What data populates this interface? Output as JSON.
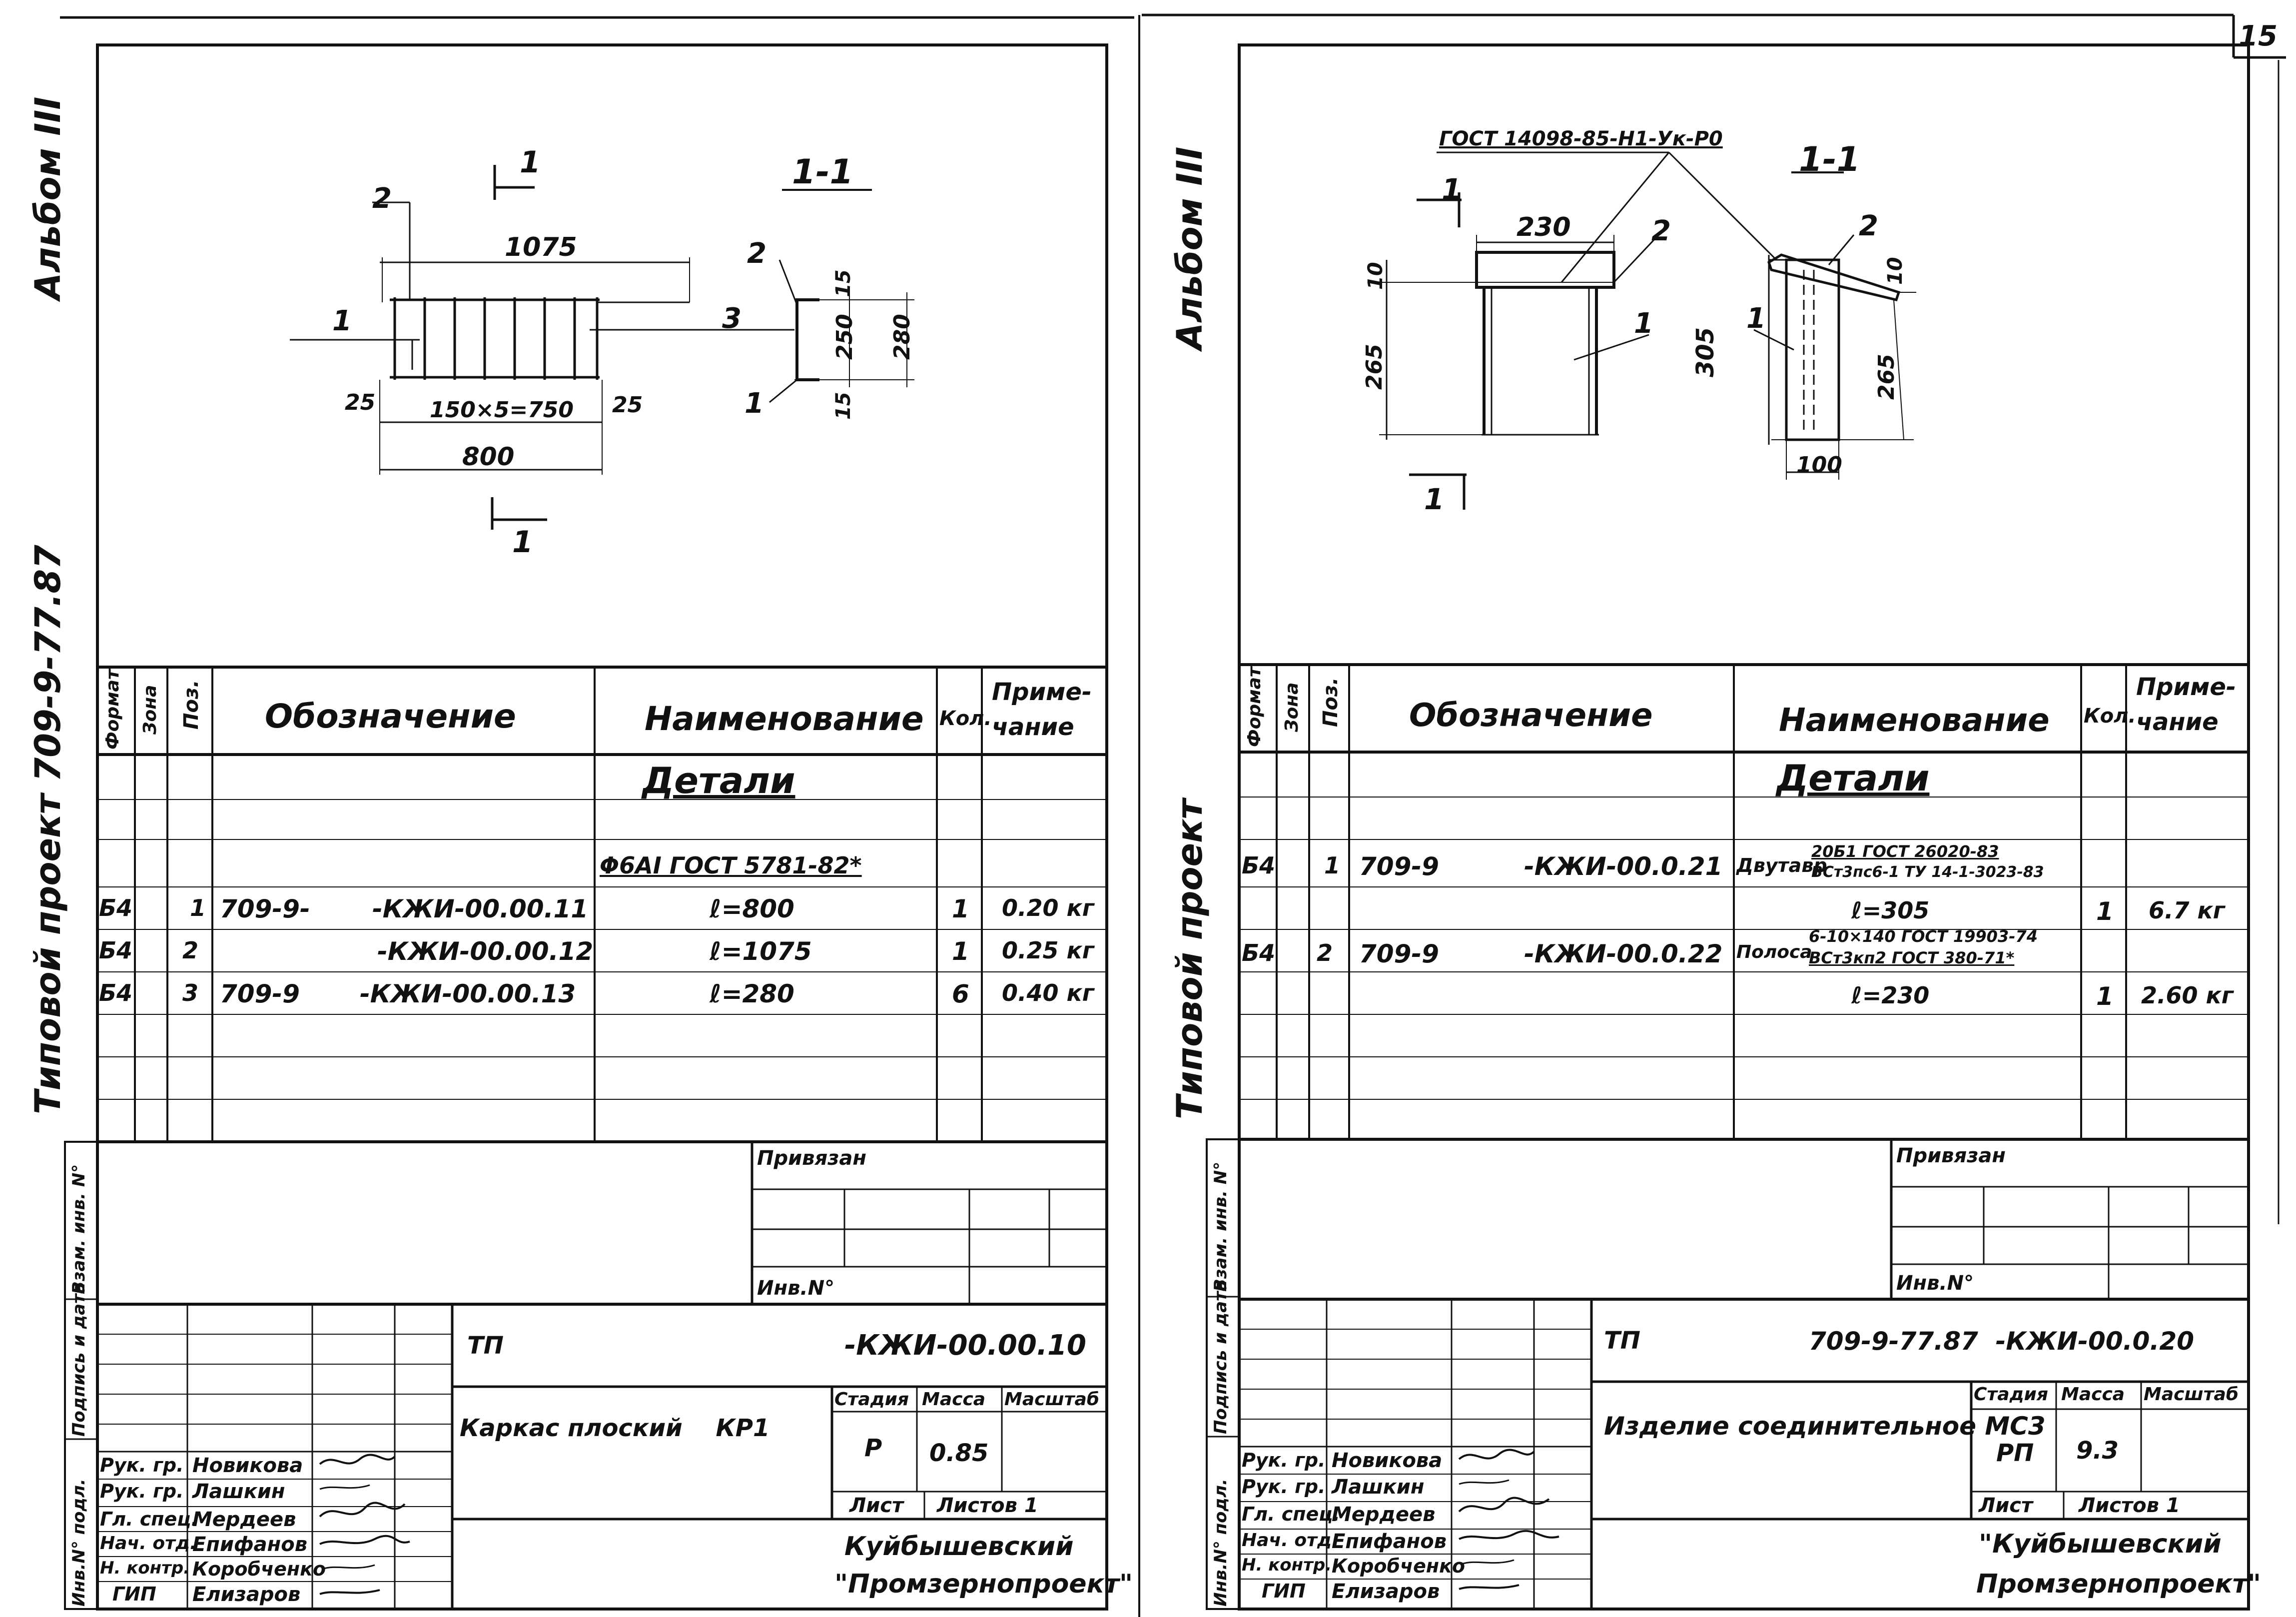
{
  "sheet_number": "15",
  "left_sheet": {
    "album": "Альбом III",
    "project_label": "Типовой проект 709-9-77.87",
    "drawing": {
      "section_mark": "1",
      "section_title": "1-1",
      "dim_1075": "1075",
      "dim_spacing": "150×5=750",
      "dim_25a": "25",
      "dim_25b": "25",
      "dim_800": "800",
      "dim_15a": "15",
      "dim_15b": "15",
      "dim_250": "250",
      "dim_280": "280",
      "pos_1": "1",
      "pos_2": "2",
      "pos_3": "3",
      "pos_2b": "2",
      "pos_1b": "1"
    },
    "spec_headers": {
      "format": "Формат",
      "zone": "Зона",
      "pos": "Поз.",
      "designation": "Обозначение",
      "name": "Наименование",
      "qty": "Кол.",
      "note": "Приме-чание"
    },
    "section_heading": "Детали",
    "material_line": "Φ6АI ГОСТ 5781-82*",
    "rows": [
      {
        "format": "Б4",
        "pos": "1",
        "code_a": "709-9-",
        "code_b": "-КЖИ-00.00.11",
        "name": "ℓ=800",
        "qty": "1",
        "note": "0.20 кг"
      },
      {
        "format": "Б4",
        "pos": "2",
        "code_a": "",
        "code_b": "-КЖИ-00.00.12",
        "name": "ℓ=1075",
        "qty": "1",
        "note": "0.25 кг"
      },
      {
        "format": "Б4",
        "pos": "3",
        "code_a": "709-9",
        "code_b": "-КЖИ-00.00.13",
        "name": "ℓ=280",
        "qty": "6",
        "note": "0.40 кг"
      }
    ],
    "privyazan": "Привязан",
    "inv_no": "Инв.N°",
    "title_block": {
      "tp": "ТП",
      "code": "-КЖИ-00.00.10",
      "item_name": "Каркас плоский    КР1",
      "stage_label": "Стадия",
      "mass_label": "Масса",
      "scale_label": "Масштаб",
      "stage": "Р",
      "mass": "0.85",
      "sheet_label": "Лист",
      "sheets_label": "Листов 1",
      "org_line1": "Куйбышевский",
      "org_line2": "\"Промзернопроект\"",
      "roles": [
        "Рук. гр.",
        "Рук. гр.",
        "Гл. спец.",
        "Нач. отд.",
        "Н. контр.",
        "ГИП"
      ],
      "names": [
        "Новикова",
        "Лашкин",
        "Мердеев",
        "Епифанов",
        "Коробченко",
        "Елизаров"
      ]
    },
    "side_stamp": [
      "Инв.N° подл.",
      "Подпись и дата",
      "Взам. инв. N°"
    ]
  },
  "right_sheet": {
    "album": "Альбом III",
    "project_label": "Типовой проект",
    "drawing": {
      "gost_label": "ГОСТ 14098-85-Н1-Ук-Р0",
      "section_title": "1-1",
      "section_mark": "1",
      "dim_230": "230",
      "dim_10a": "10",
      "dim_10b": "10",
      "dim_265a": "265",
      "dim_265b": "265",
      "dim_305": "305",
      "dim_100": "100",
      "pos_2a": "2",
      "pos_2b": "2",
      "pos_1a": "1",
      "pos_1b": "1"
    },
    "spec_headers": {
      "format": "Формат",
      "zone": "Зона",
      "pos": "Поз.",
      "designation": "Обозначение",
      "name": "Наименование",
      "qty": "Кол.",
      "note": "Приме-чание"
    },
    "section_heading": "Детали",
    "rows": [
      {
        "format": "Б4",
        "pos": "1",
        "code_a": "709-9",
        "code_b": "-КЖИ-00.0.21",
        "name_prefix": "Двутавр",
        "name_top": "20Б1 ГОСТ 26020-83",
        "name_bottom": "ВСт3пс6-1 ТУ 14-1-3023-83",
        "name_len": "ℓ=305",
        "qty": "1",
        "note": "6.7 кг"
      },
      {
        "format": "Б4",
        "pos": "2",
        "code_a": "709-9",
        "code_b": "-КЖИ-00.0.22",
        "name_prefix": "Полоса",
        "name_top": "6-10×140 ГОСТ 19903-74",
        "name_bottom": "ВСт3кп2 ГОСТ 380-71*",
        "name_len": "ℓ=230",
        "qty": "1",
        "note": "2.60 кг"
      }
    ],
    "privyazan": "Привязан",
    "inv_no": "Инв.N°",
    "title_block": {
      "tp": "ТП",
      "code": "709-9-77.87  -КЖИ-00.0.20",
      "item_name": "Изделие соединительное МС3",
      "stage_label": "Стадия",
      "mass_label": "Масса",
      "scale_label": "Масштаб",
      "stage": "РП",
      "mass": "9.3",
      "sheet_label": "Лист",
      "sheets_label": "Листов 1",
      "org_line1": "\"Куйбышевский",
      "org_line2": "Промзернопроект\"",
      "roles": [
        "Рук. гр.",
        "Рук. гр.",
        "Гл. спец.",
        "Нач. отд.",
        "Н. контр.",
        "ГИП"
      ],
      "names": [
        "Новикова",
        "Лашкин",
        "Мердеев",
        "Епифанов",
        "Коробченко",
        "Елизаров"
      ]
    },
    "side_stamp": [
      "Инв.N° подл.",
      "Подпись и дата",
      "Взам. инв. N°"
    ]
  }
}
